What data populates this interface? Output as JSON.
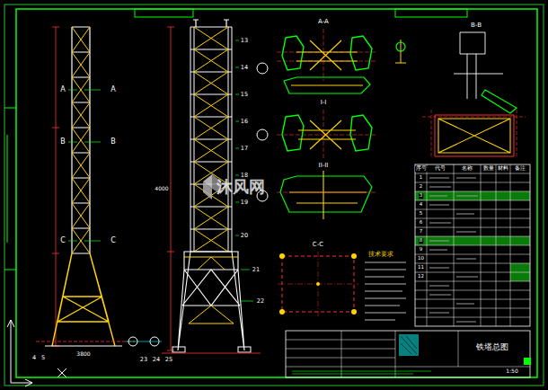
{
  "diagram": {
    "labels": [
      "沐风网",
      "A",
      "A",
      "B",
      "B",
      "C",
      "C",
      "A-A",
      "I-I",
      "II-II",
      "B-B",
      "C-C",
      "13",
      "14",
      "15",
      "16",
      "17",
      "18",
      "19",
      "20",
      "21",
      "22",
      "23",
      "24",
      "25",
      "4",
      "5",
      "4000",
      "3800",
      "技术要求",
      "序号",
      "代号",
      "名称",
      "数量",
      "材料",
      "备注",
      "1",
      "2",
      "3",
      "4",
      "5",
      "6",
      "7",
      "8",
      "9",
      "10",
      "11",
      "12",
      "铁塔总图",
      "1:50"
    ]
  }
}
